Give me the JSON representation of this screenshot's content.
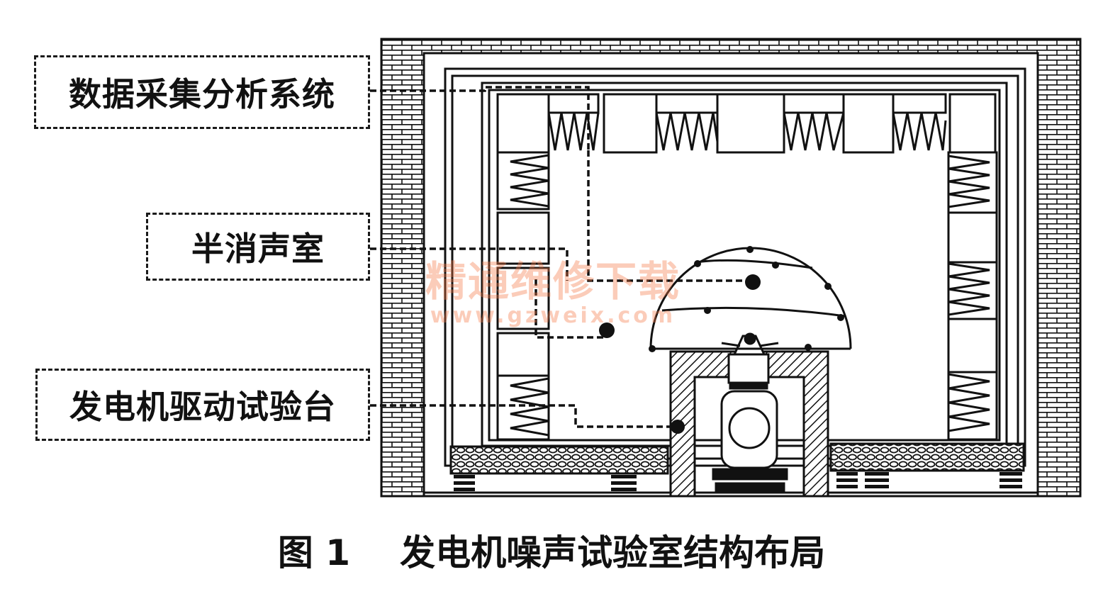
{
  "labels": {
    "daq": "数据采集分析系统",
    "chamber": "半消声室",
    "bench": "发电机驱动试验台"
  },
  "caption": {
    "number": "图 1",
    "title": "发电机噪声试验室结构布局"
  },
  "watermark": {
    "cn": "精通维修下载",
    "url": "www.gzweix.com"
  },
  "colors": {
    "ink": "#111111",
    "watermark": "#f57846"
  }
}
